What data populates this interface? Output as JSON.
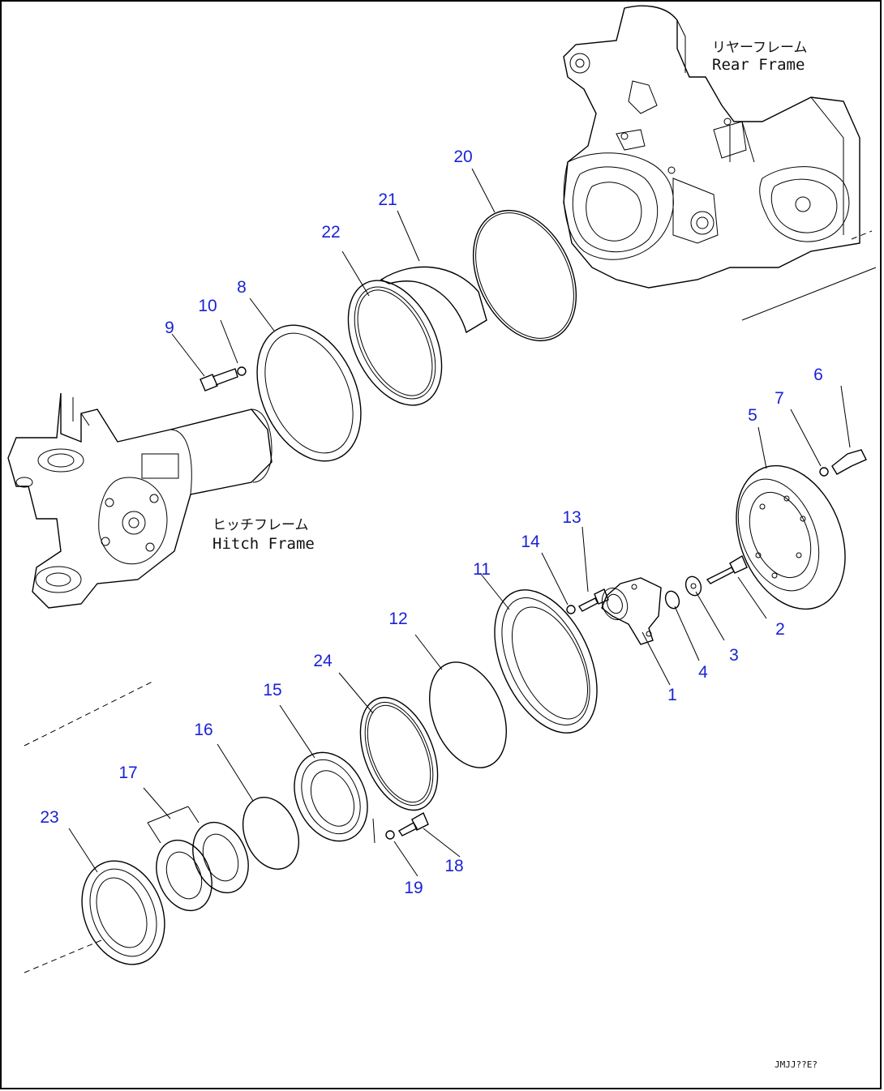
{
  "labels": {
    "rear_frame_jp": "リヤーフレーム",
    "rear_frame_en": "Rear Frame",
    "hitch_frame_jp": "ヒッチフレーム",
    "hitch_frame_en": "Hitch Frame",
    "drawing_code": "JMJJ??E?"
  },
  "callouts": [
    "1",
    "2",
    "3",
    "4",
    "5",
    "6",
    "7",
    "8",
    "9",
    "10",
    "11",
    "12",
    "13",
    "14",
    "15",
    "16",
    "17",
    "18",
    "19",
    "20",
    "21",
    "22",
    "23",
    "24"
  ],
  "colors": {
    "callout": "#1a22d6",
    "line": "#000000",
    "frame": "#000000"
  }
}
